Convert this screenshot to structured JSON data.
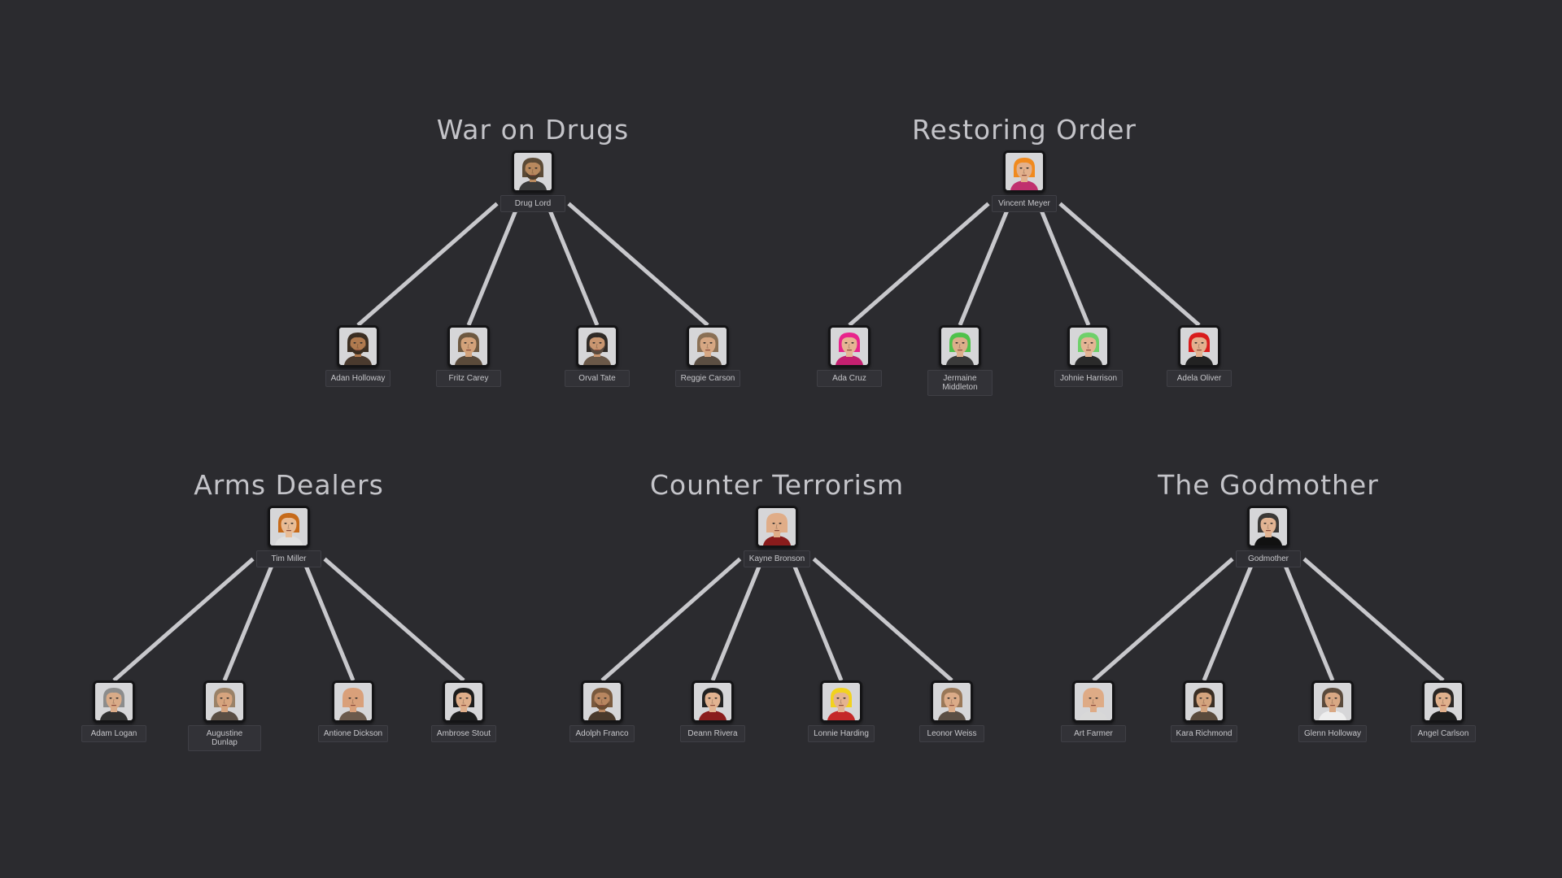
{
  "colors": {
    "background": "#2b2b2f",
    "connector": "#c8c8cc",
    "title": "#c4c4c9",
    "label_bg": "#323237",
    "label_text": "#c6c6ca"
  },
  "trees": [
    {
      "title": "War on Drugs",
      "leader": {
        "name": "Drug Lord",
        "icon": "bearded-man-portrait-icon",
        "skin": "#b8895e",
        "hair": "#5b4a36",
        "beard": "#4a3c2c",
        "shirt": "#3a3a3a"
      },
      "members": [
        {
          "name": "Adan Holloway",
          "icon": "mustached-man-portrait-icon",
          "skin": "#b07a4f",
          "hair": "#3b2e22",
          "beard": "#3b2e22",
          "shirt": "#4a3a2e"
        },
        {
          "name": "Fritz Carey",
          "icon": "man-portrait-icon",
          "skin": "#d3a27a",
          "hair": "#6d5840",
          "beard": "",
          "shirt": "#5a4a3a"
        },
        {
          "name": "Orval Tate",
          "icon": "man-portrait-icon",
          "skin": "#c99670",
          "hair": "#2f2a26",
          "beard": "#5a4a3e",
          "shirt": "#6a5848"
        },
        {
          "name": "Reggie Carson",
          "icon": "long-haired-man-portrait-icon",
          "skin": "#d6a783",
          "hair": "#8a7055",
          "beard": "",
          "shirt": "#5b4e42"
        }
      ]
    },
    {
      "title": "Restoring Order",
      "leader": {
        "name": "Vincent Meyer",
        "icon": "orange-haired-man-portrait-icon",
        "skin": "#e2b08c",
        "hair": "#f08a1e",
        "beard": "",
        "shirt": "#c0306e"
      },
      "members": [
        {
          "name": "Ada Cruz",
          "icon": "pink-haired-woman-portrait-icon",
          "skin": "#e6b493",
          "hair": "#e8248c",
          "beard": "",
          "shirt": "#c42070"
        },
        {
          "name": "Jermaine Middleton",
          "icon": "green-haired-man-portrait-icon",
          "skin": "#dcae8a",
          "hair": "#4fc24a",
          "beard": "",
          "shirt": "#3a3a3a"
        },
        {
          "name": "Johnie Harrison",
          "icon": "green-haired-woman-portrait-icon",
          "skin": "#e4b594",
          "hair": "#6fd06a",
          "beard": "",
          "shirt": "#2a2a2a"
        },
        {
          "name": "Adela Oliver",
          "icon": "red-haired-woman-portrait-icon",
          "skin": "#e3b08e",
          "hair": "#d91c1c",
          "beard": "",
          "shirt": "#222222"
        }
      ]
    },
    {
      "title": "Arms Dealers",
      "leader": {
        "name": "Tim Miller",
        "icon": "ginger-man-portrait-icon",
        "skin": "#e8bc96",
        "hair": "#c66a1a",
        "beard": "",
        "shirt": "#e0e0e0"
      },
      "members": [
        {
          "name": "Adam Logan",
          "icon": "grey-haired-man-portrait-icon",
          "skin": "#d9ab88",
          "hair": "#8c8c8c",
          "beard": "",
          "shirt": "#303030"
        },
        {
          "name": "Augustine Dunlap",
          "icon": "man-portrait-icon",
          "skin": "#d6a47e",
          "hair": "#9a8268",
          "beard": "",
          "shirt": "#5a4e44"
        },
        {
          "name": "Antione Dickson",
          "icon": "bald-man-portrait-icon",
          "skin": "#d9a07a",
          "hair": "#d9a07a",
          "beard": "",
          "shirt": "#6b5a4c"
        },
        {
          "name": "Ambrose Stout",
          "icon": "dark-haired-man-portrait-icon",
          "skin": "#dfae8a",
          "hair": "#1c1c1c",
          "beard": "",
          "shirt": "#1e1e1e"
        }
      ]
    },
    {
      "title": "Counter Terrorism",
      "leader": {
        "name": "Kayne Bronson",
        "icon": "bald-man-portrait-icon",
        "skin": "#e0ad88",
        "hair": "#e0ad88",
        "beard": "",
        "shirt": "#8a1c1c"
      },
      "members": [
        {
          "name": "Adolph Franco",
          "icon": "bearded-man-portrait-icon",
          "skin": "#b88660",
          "hair": "#7a5a3e",
          "beard": "#6b4c32",
          "shirt": "#4a3a2c"
        },
        {
          "name": "Deann Rivera",
          "icon": "eyepatch-woman-portrait-icon",
          "skin": "#e2b391",
          "hair": "#222222",
          "beard": "",
          "shirt": "#8a1c1c"
        },
        {
          "name": "Lonnie Harding",
          "icon": "blond-man-portrait-icon",
          "skin": "#e4b390",
          "hair": "#f2d21e",
          "beard": "",
          "shirt": "#c42828"
        },
        {
          "name": "Leonor Weiss",
          "icon": "woman-portrait-icon",
          "skin": "#dbab88",
          "hair": "#9a7858",
          "beard": "",
          "shirt": "#5a4e44"
        }
      ]
    },
    {
      "title": "The Godmother",
      "leader": {
        "name": "Godmother",
        "icon": "woman-portrait-icon",
        "skin": "#e2b493",
        "hair": "#3a3836",
        "beard": "",
        "shirt": "#111111"
      },
      "members": [
        {
          "name": "Art Farmer",
          "icon": "bald-man-portrait-icon",
          "skin": "#deab86",
          "hair": "#deab86",
          "beard": "",
          "shirt": "#d8d8d8"
        },
        {
          "name": "Kara Richmond",
          "icon": "woman-portrait-icon",
          "skin": "#d4a47e",
          "hair": "#3a2e24",
          "beard": "",
          "shirt": "#5a4a3c"
        },
        {
          "name": "Glenn Holloway",
          "icon": "man-portrait-icon",
          "skin": "#d9a884",
          "hair": "#5a4a3c",
          "beard": "",
          "shirt": "#eeeeee"
        },
        {
          "name": "Angel Carlson",
          "icon": "man-portrait-icon",
          "skin": "#e0b08c",
          "hair": "#2a2624",
          "beard": "",
          "shirt": "#1e1e1e"
        }
      ]
    }
  ]
}
